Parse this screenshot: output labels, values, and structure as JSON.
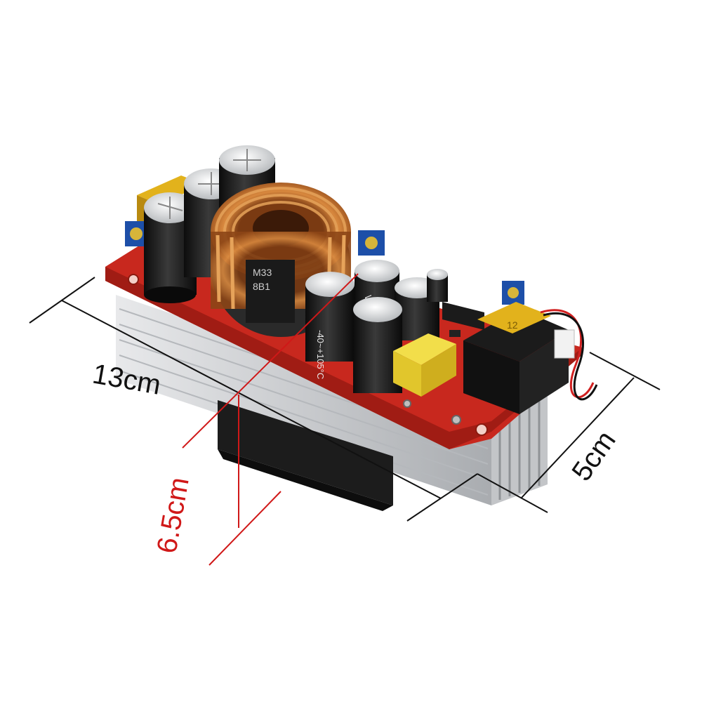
{
  "dimensions": {
    "length": "13cm",
    "width": "5cm",
    "height": "6.5cm"
  },
  "component_markings": {
    "capacitor_brand": "VENT",
    "capacitor_rating": "-40~+105°C",
    "inductor_marking_1": "M33",
    "inductor_marking_2": "8B1",
    "fuse_marking": "12"
  },
  "colors": {
    "pcb": "#c8281e",
    "heatsink": "#d9dadc",
    "copper": "#b8642a",
    "dimension_black": "#111111",
    "dimension_red": "#d01818"
  }
}
